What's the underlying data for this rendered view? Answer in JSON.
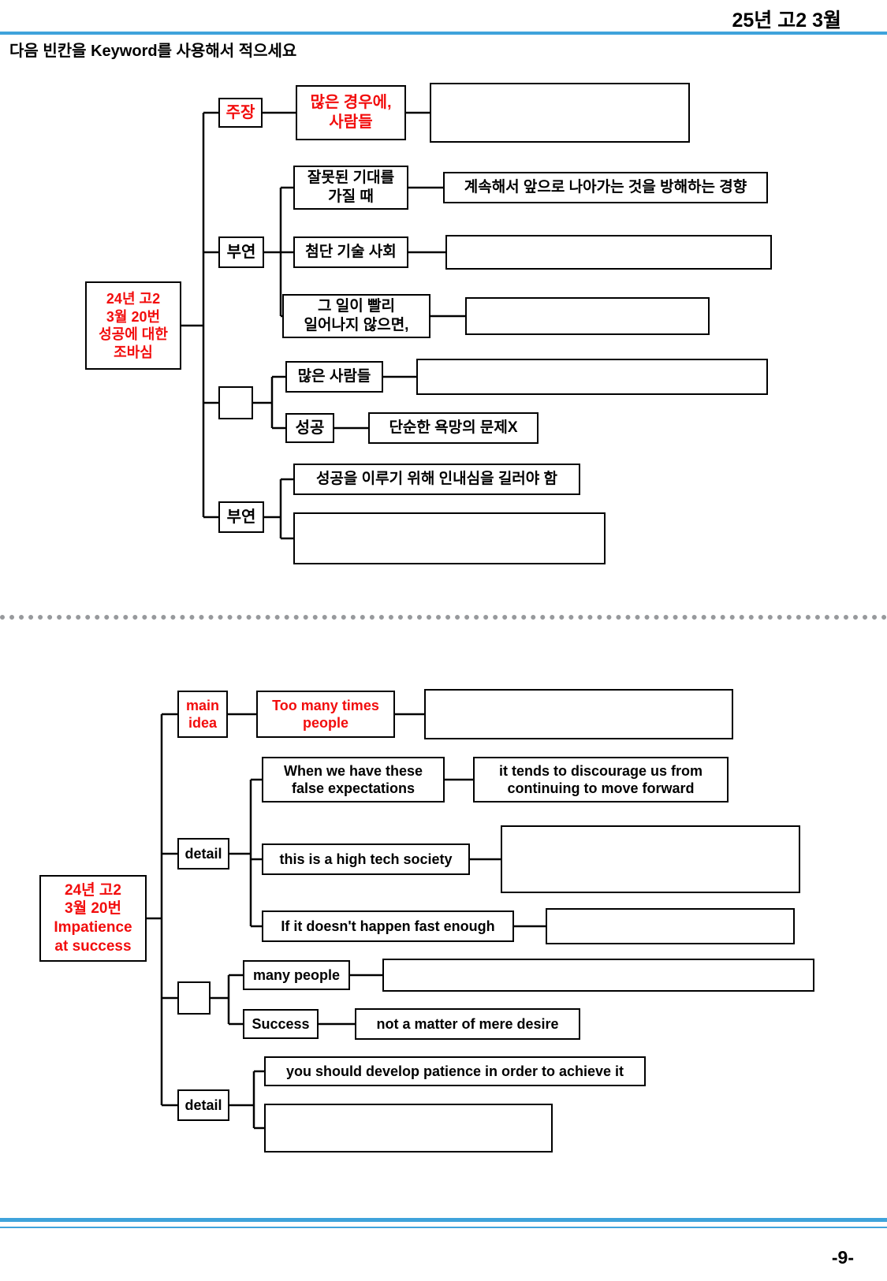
{
  "header": {
    "exam_title": "25년 고2 3월",
    "instruction": "다음 빈칸을 Keyword를 사용해서 적으세요"
  },
  "colors": {
    "accent_red": "#f20d0d",
    "rule_blue": "#3fa3db",
    "connector_black": "#000000",
    "separator_gray": "#97999c"
  },
  "diagram_korean": {
    "root": "24년 고2\n3월 20번\n성공에 대한\n조바심",
    "claim": {
      "label": "주장",
      "child": "많은 경우에,\n사람들",
      "answer": ""
    },
    "detail1": {
      "label": "부연",
      "children": [
        {
          "text": "잘못된 기대를\n가질 때",
          "child": "계속해서 앞으로 나아가는 것을 방해하는 경향"
        },
        {
          "text": "첨단 기술 사회",
          "child": ""
        },
        {
          "text": "그 일이 빨리\n일어나지 않으면,",
          "child": ""
        }
      ]
    },
    "blank_branch": {
      "label": "",
      "children": [
        {
          "text": "많은 사람들",
          "child": ""
        },
        {
          "text": "성공",
          "child": "단순한 욕망의 문제X"
        }
      ]
    },
    "detail2": {
      "label": "부연",
      "children": [
        {
          "text": "성공을 이루기 위해 인내심을 길러야 함"
        },
        {
          "text": ""
        }
      ]
    }
  },
  "diagram_english": {
    "root": "24년 고2\n3월 20번\nImpatience\nat success",
    "main_idea": {
      "label": "main\nidea",
      "child": "Too many times\npeople",
      "answer": ""
    },
    "detail1": {
      "label": "detail",
      "children": [
        {
          "text": "When we have these\nfalse expectations",
          "child": "it tends to discourage us from\ncontinuing to move forward"
        },
        {
          "text": "this is a high tech society",
          "child": ""
        },
        {
          "text": "If it doesn't happen fast enough",
          "child": ""
        }
      ]
    },
    "blank_branch": {
      "label": "",
      "children": [
        {
          "text": "many people",
          "child": ""
        },
        {
          "text": "Success",
          "child": "not a matter of mere desire"
        }
      ]
    },
    "detail2": {
      "label": "detail",
      "children": [
        {
          "text": "you should develop patience in order to achieve it"
        },
        {
          "text": ""
        }
      ]
    }
  },
  "footer": {
    "page_number": "-9-"
  }
}
